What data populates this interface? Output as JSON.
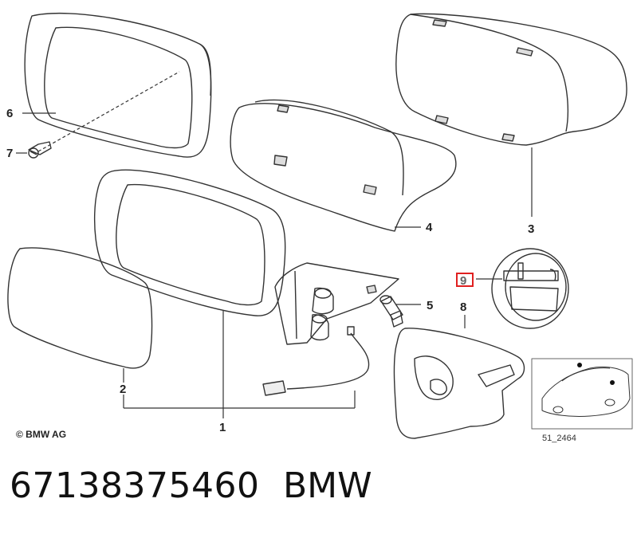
{
  "callouts": {
    "c1": "1",
    "c2": "2",
    "c3": "3",
    "c4": "4",
    "c5": "5",
    "c6": "6",
    "c7": "7",
    "c8": "8",
    "c9": "9"
  },
  "copyright": "© BMW AG",
  "diagram_code": "51_2464",
  "part_number": "67138375460",
  "brand": "BMW",
  "colors": {
    "line": "#333333",
    "highlight": "#e02020"
  }
}
